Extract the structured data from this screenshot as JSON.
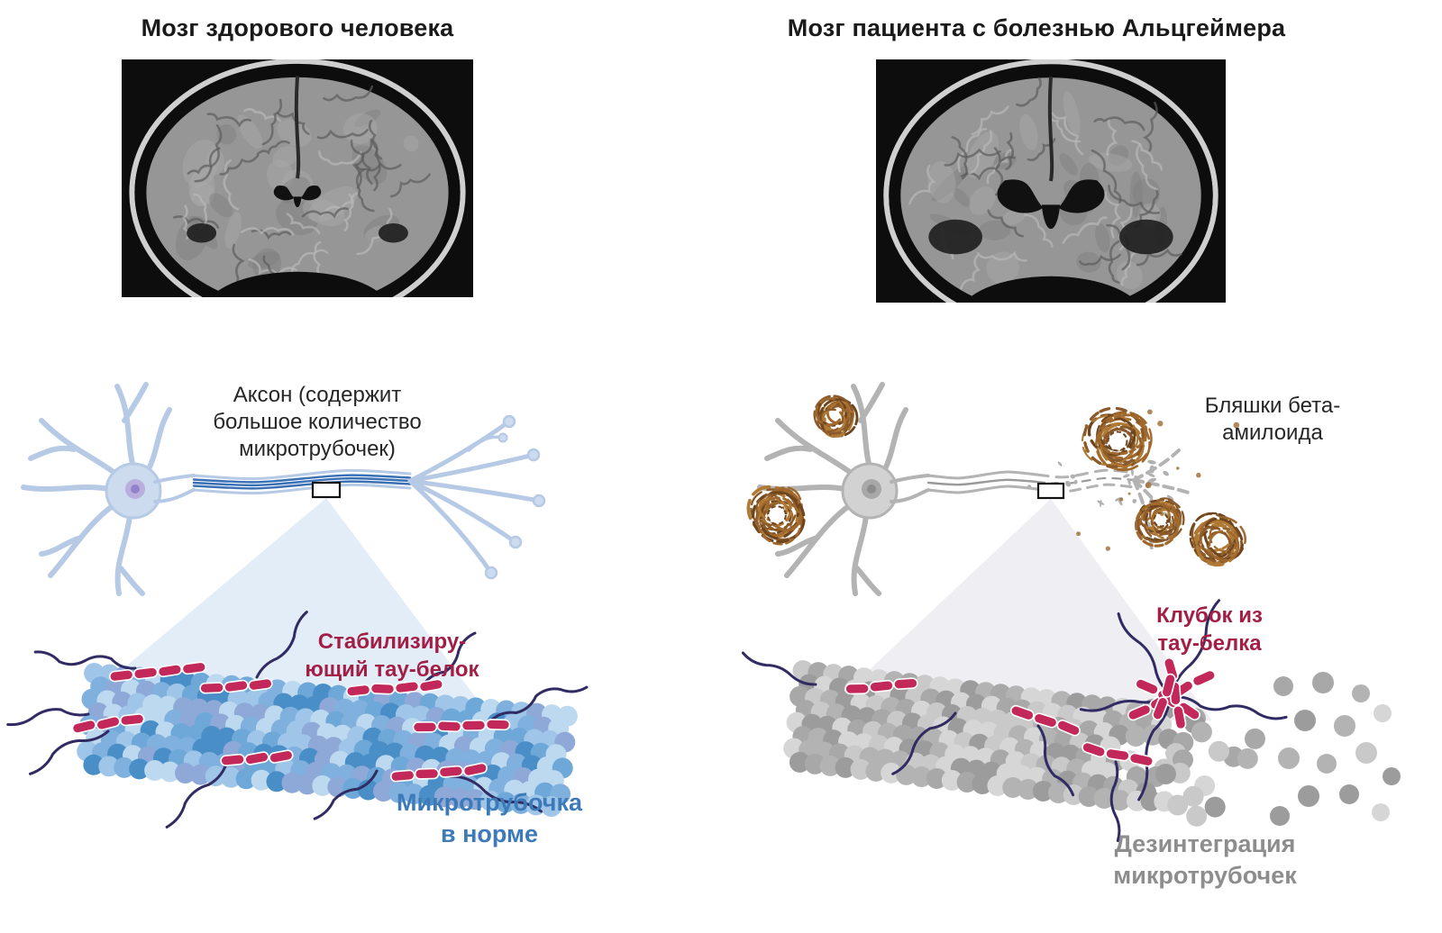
{
  "left": {
    "title": "Мозг здорового человека",
    "axon_label": {
      "lines": [
        "Аксон (содержит",
        "большое количество",
        "микротрубочек)"
      ]
    },
    "tau_label": {
      "lines": [
        "Стабилизиру-",
        "ющий тау-белок"
      ]
    },
    "microtubule_label": {
      "lines": [
        "Микротрубочка",
        "в норме"
      ]
    }
  },
  "right": {
    "title": "Мозг пациента с болезнью Альцгеймера",
    "plaques_label": {
      "lines": [
        "Бляшки бета-",
        "амилоида"
      ]
    },
    "tangle_label": {
      "lines": [
        "Клубок из",
        "тау-белка"
      ]
    },
    "disintegration_label": {
      "lines": [
        "Дезинтеграция",
        "микротрубочек"
      ]
    }
  },
  "colors": {
    "healthy_accent": "#3d7ab8",
    "tau_red": "#c2285a",
    "tau_label_red": "#a31e45",
    "tangle_navy": "#312b63",
    "plaque_brown": "#8a5a2b",
    "disintegration_gray": "#8d8d8d",
    "neuron_healthy_fill": "#ccdcee",
    "neuron_healthy_stroke": "#b6c9e5",
    "neuron_healthy_nucleus": "#b9aede",
    "neuron_sick_fill": "#d2d2d2",
    "neuron_sick_stroke": "#b3b3b3",
    "axon_blue": "#3a70b5",
    "cone_blue": "#dce9f6",
    "cone_gray": "#ececf1",
    "microtubule_blues": [
      "#9fc6e8",
      "#6da8d8",
      "#4a8ec7",
      "#bcd9ef",
      "#7fb0de",
      "#8ea9d8"
    ],
    "microtubule_grays": [
      "#c9c9c9",
      "#b3b3b3",
      "#9c9c9c",
      "#d6d6d6",
      "#a8a8a8"
    ]
  }
}
